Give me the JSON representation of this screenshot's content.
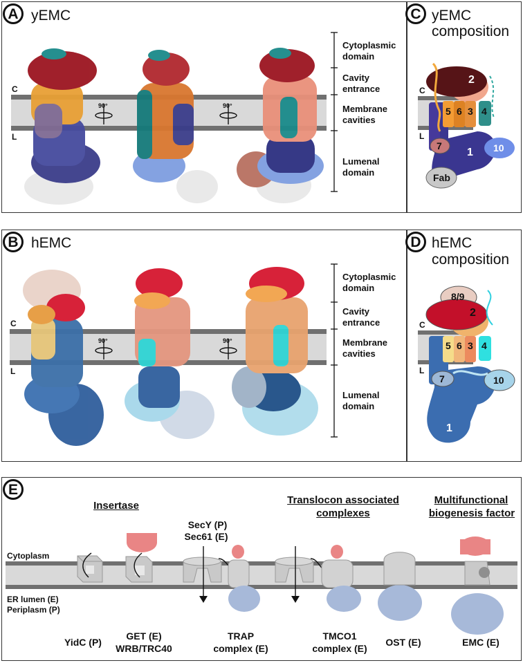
{
  "panelA": {
    "letter": "A",
    "title": "yEMC",
    "c": "C",
    "l": "L",
    "rot1": "90°",
    "rot2": "90°"
  },
  "panelB": {
    "letter": "B",
    "title": "hEMC",
    "c": "C",
    "l": "L",
    "rot1": "90°",
    "rot2": "90°"
  },
  "domains": {
    "cyto": "Cytoplasmic domain",
    "cavity": "Cavity entrance",
    "membrane": "Membrane cavities",
    "lumenal": "Lumenal domain"
  },
  "panelC": {
    "letter": "C",
    "title_line1": "yEMC",
    "title_line2": "composition",
    "c": "C",
    "l": "L",
    "subunits": {
      "s2": "2",
      "s5": "5",
      "s6": "6",
      "s3": "3",
      "s4": "4",
      "s7": "7",
      "s1": "1",
      "s10": "10",
      "fab": "Fab"
    }
  },
  "panelD": {
    "letter": "D",
    "title_line1": "hEMC",
    "title_line2": "composition",
    "c": "C",
    "l": "L",
    "subunits": {
      "s89": "8/9",
      "s2": "2",
      "s5": "5",
      "s6": "6",
      "s3": "3",
      "s4": "4",
      "s7": "7",
      "s10": "10",
      "s1": "1"
    }
  },
  "panelE": {
    "letter": "E",
    "headers": {
      "insertase": "Insertase",
      "translocon_line1": "Translocon associated",
      "translocon_line2": "complexes",
      "multi_line1": "Multifunctional",
      "multi_line2": "biogenesis factor"
    },
    "cytoplasm": "Cytoplasm",
    "lumen_line1": "ER lumen (E)",
    "lumen_line2": "Periplasm (P)",
    "secy_line1": "SecY (P)",
    "secy_line2": "Sec61 (E)",
    "labels": {
      "yidc": "YidC (P)",
      "get_line1": "GET (E)",
      "get_line2": "WRB/TRC40",
      "trap_line1": "TRAP",
      "trap_line2": "complex (E)",
      "tmco1_line1": "TMCO1",
      "tmco1_line2": "complex (E)",
      "ost": "OST (E)",
      "emc": "EMC (E)"
    }
  },
  "colors": {
    "membrane": "#d9d9d9",
    "membrane_edge": "#707070",
    "blue": "#a7b9d9",
    "red": "#e07a7a"
  }
}
